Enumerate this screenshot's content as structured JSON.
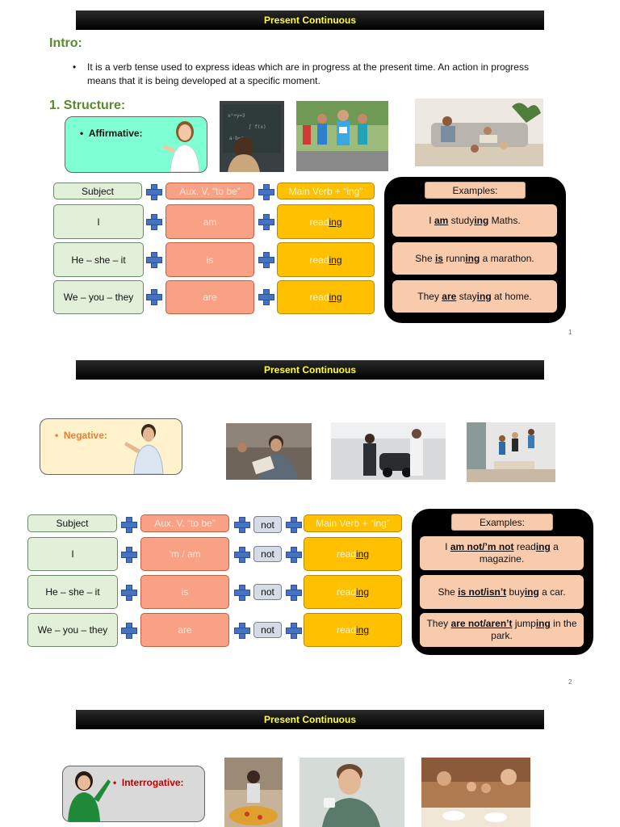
{
  "slide1": {
    "title": "Present Continuous",
    "intro_heading": "Intro:",
    "intro_bullet": "•",
    "intro_text": "It is a verb tense used to express ideas which are in progress at the present time. An action in progress means that it is being developed at a specific moment.",
    "structure_heading": "1. Structure:",
    "callout_bullet": "•",
    "callout_label": "Affirmative:",
    "headers": {
      "subject": "Subject",
      "aux": "Aux. V. “to be”",
      "main": "Main Verb + “ing”"
    },
    "rows": [
      {
        "subject": "I",
        "aux": "am",
        "verb_base": "read",
        "verb_suffix": "ing"
      },
      {
        "subject": "He – she – it",
        "aux": "is",
        "verb_base": "read",
        "verb_suffix": "ing"
      },
      {
        "subject": "We – you – they",
        "aux": "are",
        "verb_base": "read",
        "verb_suffix": "ing"
      }
    ],
    "examples_heading": "Examples:",
    "examples": [
      {
        "a": "I ",
        "b": "am",
        "c": " study",
        "d": "ing",
        "e": " Maths."
      },
      {
        "a": "She ",
        "b": "is",
        "c": " runn",
        "d": "ing",
        "e": " a marathon."
      },
      {
        "a": "They ",
        "b": "are",
        "c": " stay",
        "d": "ing",
        "e": " at home."
      }
    ],
    "page_number": "1"
  },
  "slide2": {
    "title": "Present Continuous",
    "callout_bullet": "•",
    "callout_label": "Negative:",
    "headers": {
      "subject": "Subject",
      "aux": "Aux. V. “to be”",
      "not": "not",
      "main": "Main Verb + “ing”"
    },
    "rows": [
      {
        "subject": "I",
        "aux": "‘m / am",
        "not": "not",
        "verb_base": "read",
        "verb_suffix": "ing"
      },
      {
        "subject": "He – she – it",
        "aux": "is",
        "not": "not",
        "verb_base": "read",
        "verb_suffix": "ing"
      },
      {
        "subject": "We – you – they",
        "aux": "are",
        "not": "not",
        "verb_base": "read",
        "verb_suffix": "ing"
      }
    ],
    "examples_heading": "Examples:",
    "examples": [
      {
        "a": "I ",
        "b": "am not/’m not",
        "c": " read",
        "d": "ing",
        "e": " a magazine."
      },
      {
        "a": "She ",
        "b": "is not/isn’t",
        "c": " buy",
        "d": "ing",
        "e": " a car."
      },
      {
        "a": "They ",
        "b": "are not/aren’t",
        "c": " jump",
        "d": "ing",
        "e": " in the park."
      }
    ],
    "page_number": "2"
  },
  "slide3": {
    "title": "Present Continuous",
    "callout_bullet": "•",
    "callout_label": "Interrogative:"
  },
  "colors": {
    "heading_green": "#5a8a2f",
    "title_yellow": "#ffff33",
    "aux_salmon": "#f9a184",
    "main_gold": "#ffc000",
    "plus_blue": "#4472c4",
    "example_peach": "#f8cbad"
  }
}
